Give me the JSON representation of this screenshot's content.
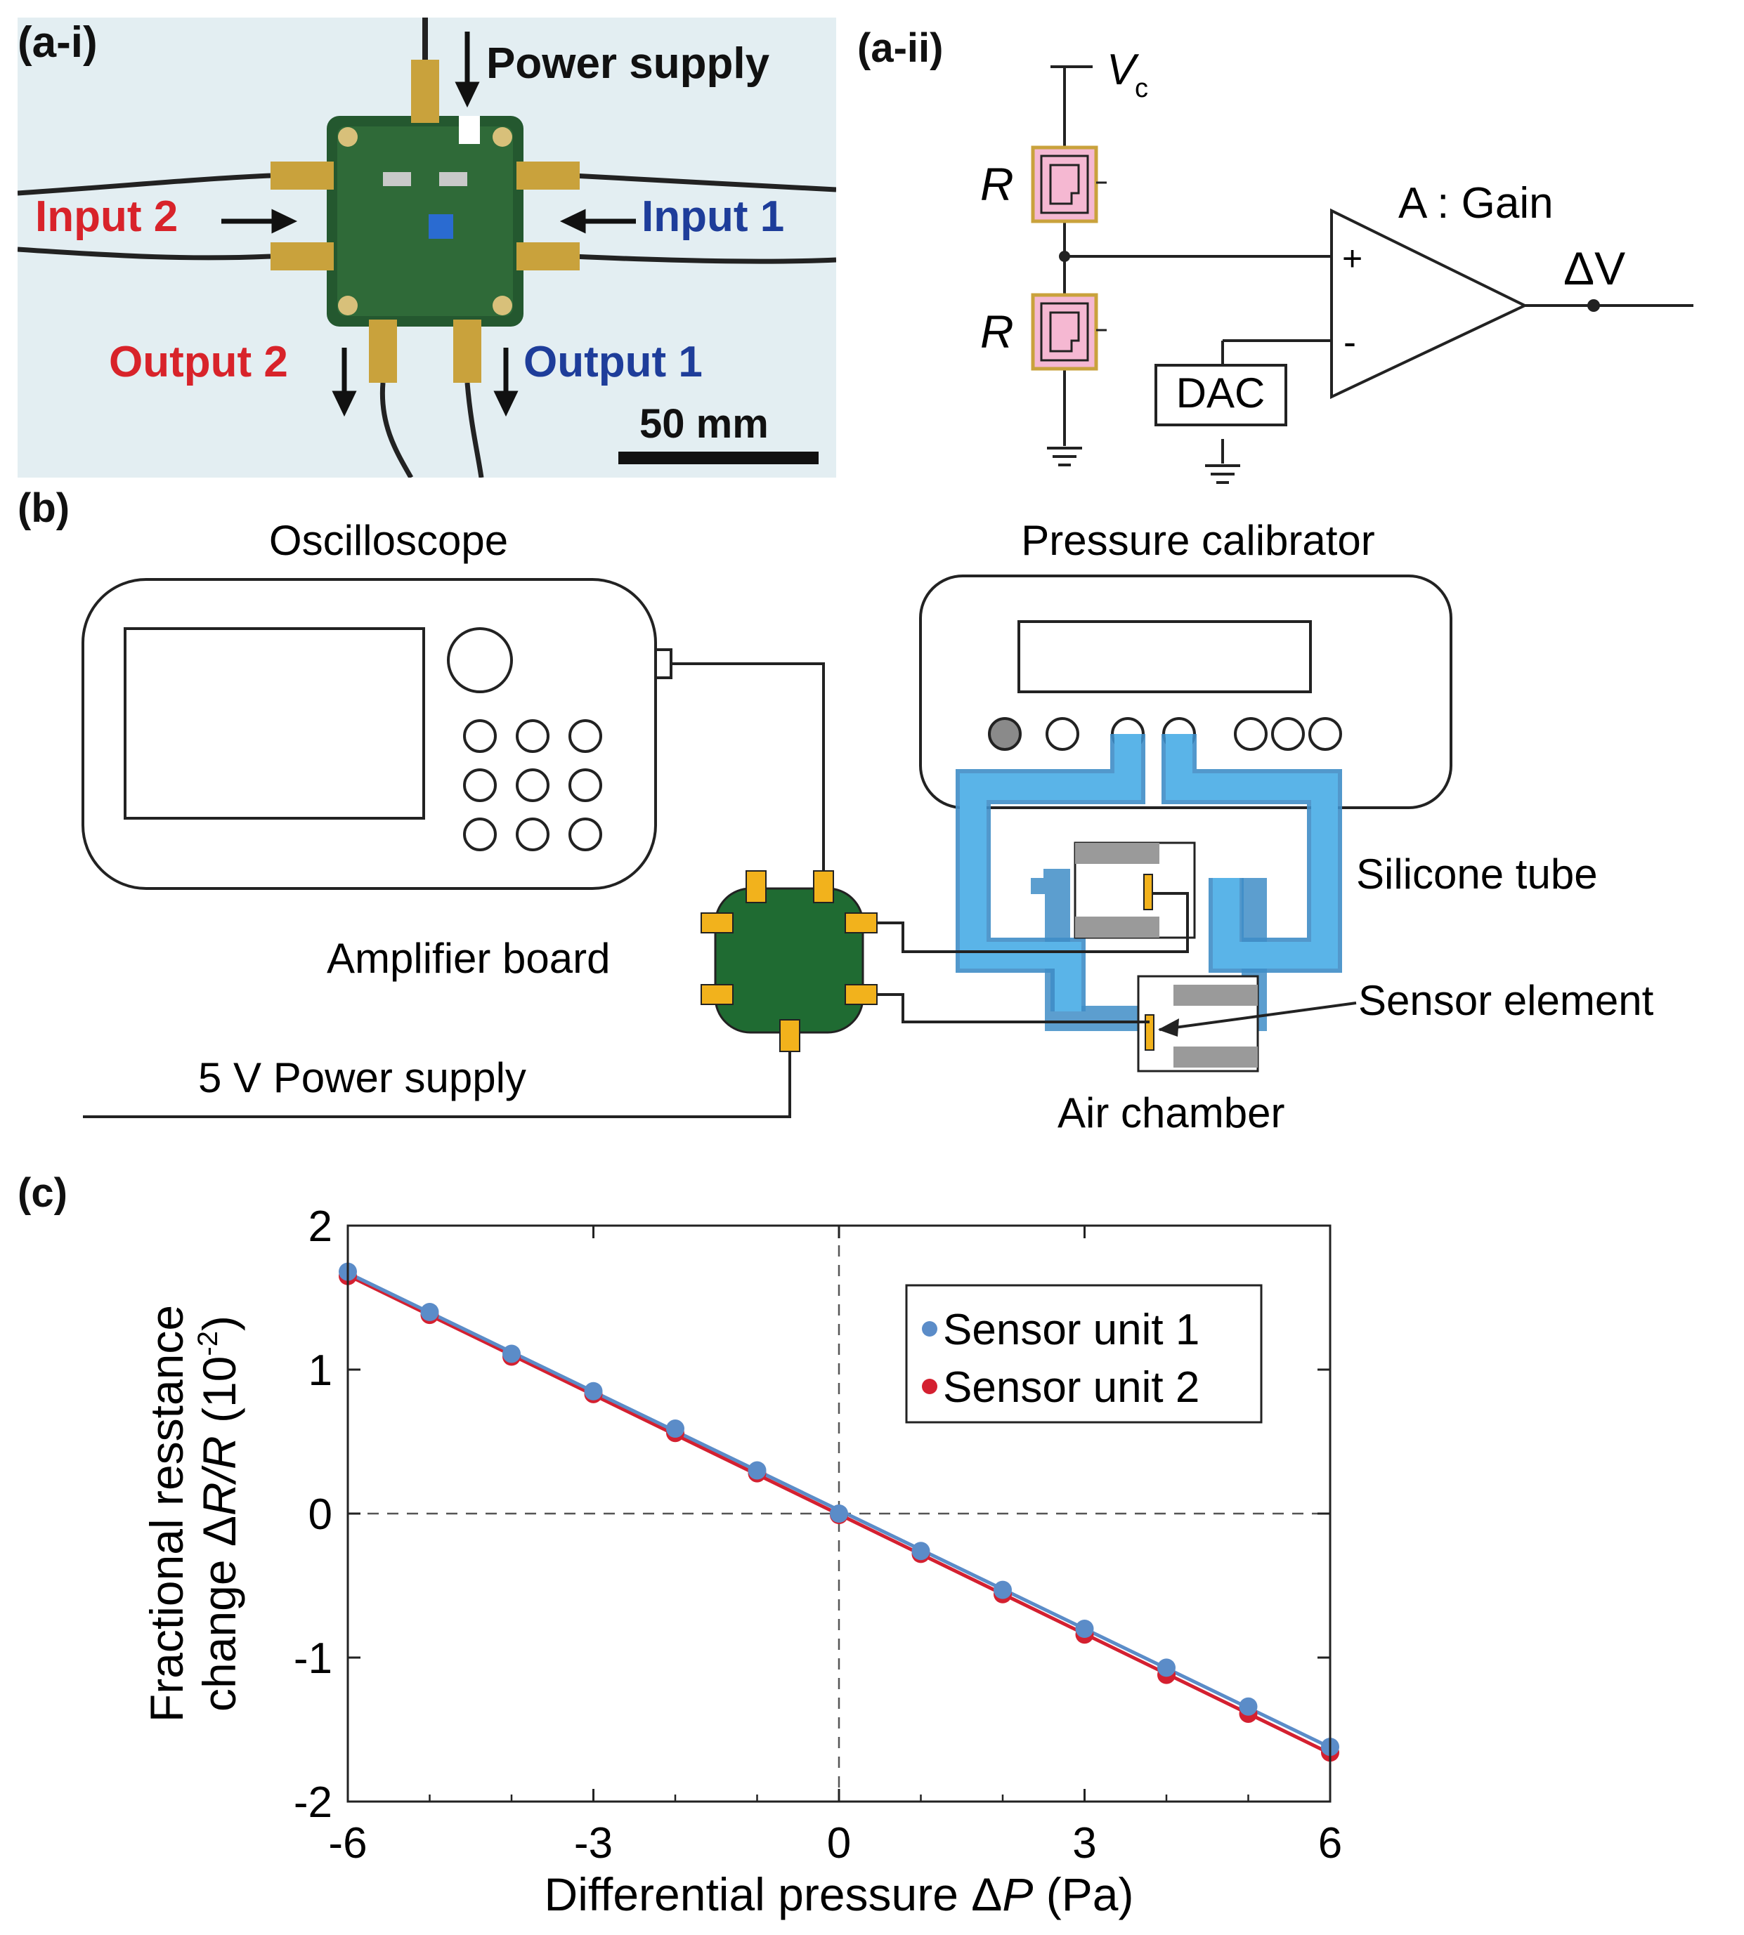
{
  "panel_a_i": {
    "label": "(a-i)",
    "power_supply": "Power supply",
    "input_1": "Input 1",
    "input_2": "Input 2",
    "output_1": "Output 1",
    "output_2": "Output 2",
    "scale_bar": "50 mm"
  },
  "panel_a_ii": {
    "label": "(a-ii)",
    "vc": "V",
    "vc_sub": "c",
    "r_top": "R",
    "r_bottom": "R",
    "gain": "A : Gain",
    "plus": "+",
    "minus": "-",
    "dac": "DAC",
    "output": "ΔV"
  },
  "panel_b": {
    "label": "(b)",
    "oscilloscope": "Oscilloscope",
    "pressure_calibrator": "Pressure calibrator",
    "silicone_tube": "Silicone tube",
    "amplifier_board": "Amplifier board",
    "sensor_element": "Sensor element",
    "power_supply": "5 V Power supply",
    "air_chamber": "Air chamber",
    "colors": {
      "board": "#1f6b32",
      "pad": "#f2b21c",
      "tube": "#5ab4e8",
      "tube_edge": "#3f8dc7"
    }
  },
  "panel_c": {
    "label": "(c)",
    "chart_data": {
      "type": "scatter",
      "xlabel_prefix": "Differential pressure Δ",
      "xlabel_var": "P",
      "xlabel_suffix": " (Pa)",
      "ylabel_line1": "Fractional resstance",
      "ylabel_line2_prefix": "change Δ",
      "ylabel_line2_var": "R/R",
      "ylabel_line2_unit": " (10",
      "ylabel_line2_exp": "-2",
      "ylabel_line2_close": ")",
      "xlim": [
        -6,
        6
      ],
      "ylim": [
        -2,
        2
      ],
      "xticks": [
        "-6",
        "-3",
        "0",
        "3",
        "6"
      ],
      "yticks": [
        "2",
        "1",
        "0",
        "-1",
        "-2"
      ],
      "x": [
        -6,
        -5,
        -4,
        -3,
        -2,
        -1,
        0,
        1,
        2,
        3,
        4,
        5,
        6
      ],
      "series": [
        {
          "name": "Sensor unit 1",
          "color": "#5b8cc8",
          "values": [
            1.68,
            1.4,
            1.11,
            0.85,
            0.59,
            0.3,
            0.0,
            -0.26,
            -0.53,
            -0.8,
            -1.07,
            -1.34,
            -1.62
          ]
        },
        {
          "name": "Sensor unit 2",
          "color": "#d42030",
          "values": [
            1.65,
            1.38,
            1.09,
            0.83,
            0.56,
            0.28,
            -0.01,
            -0.28,
            -0.56,
            -0.84,
            -1.12,
            -1.39,
            -1.66
          ]
        }
      ],
      "legend_position": "top-right",
      "zero_lines": "dashed"
    }
  }
}
